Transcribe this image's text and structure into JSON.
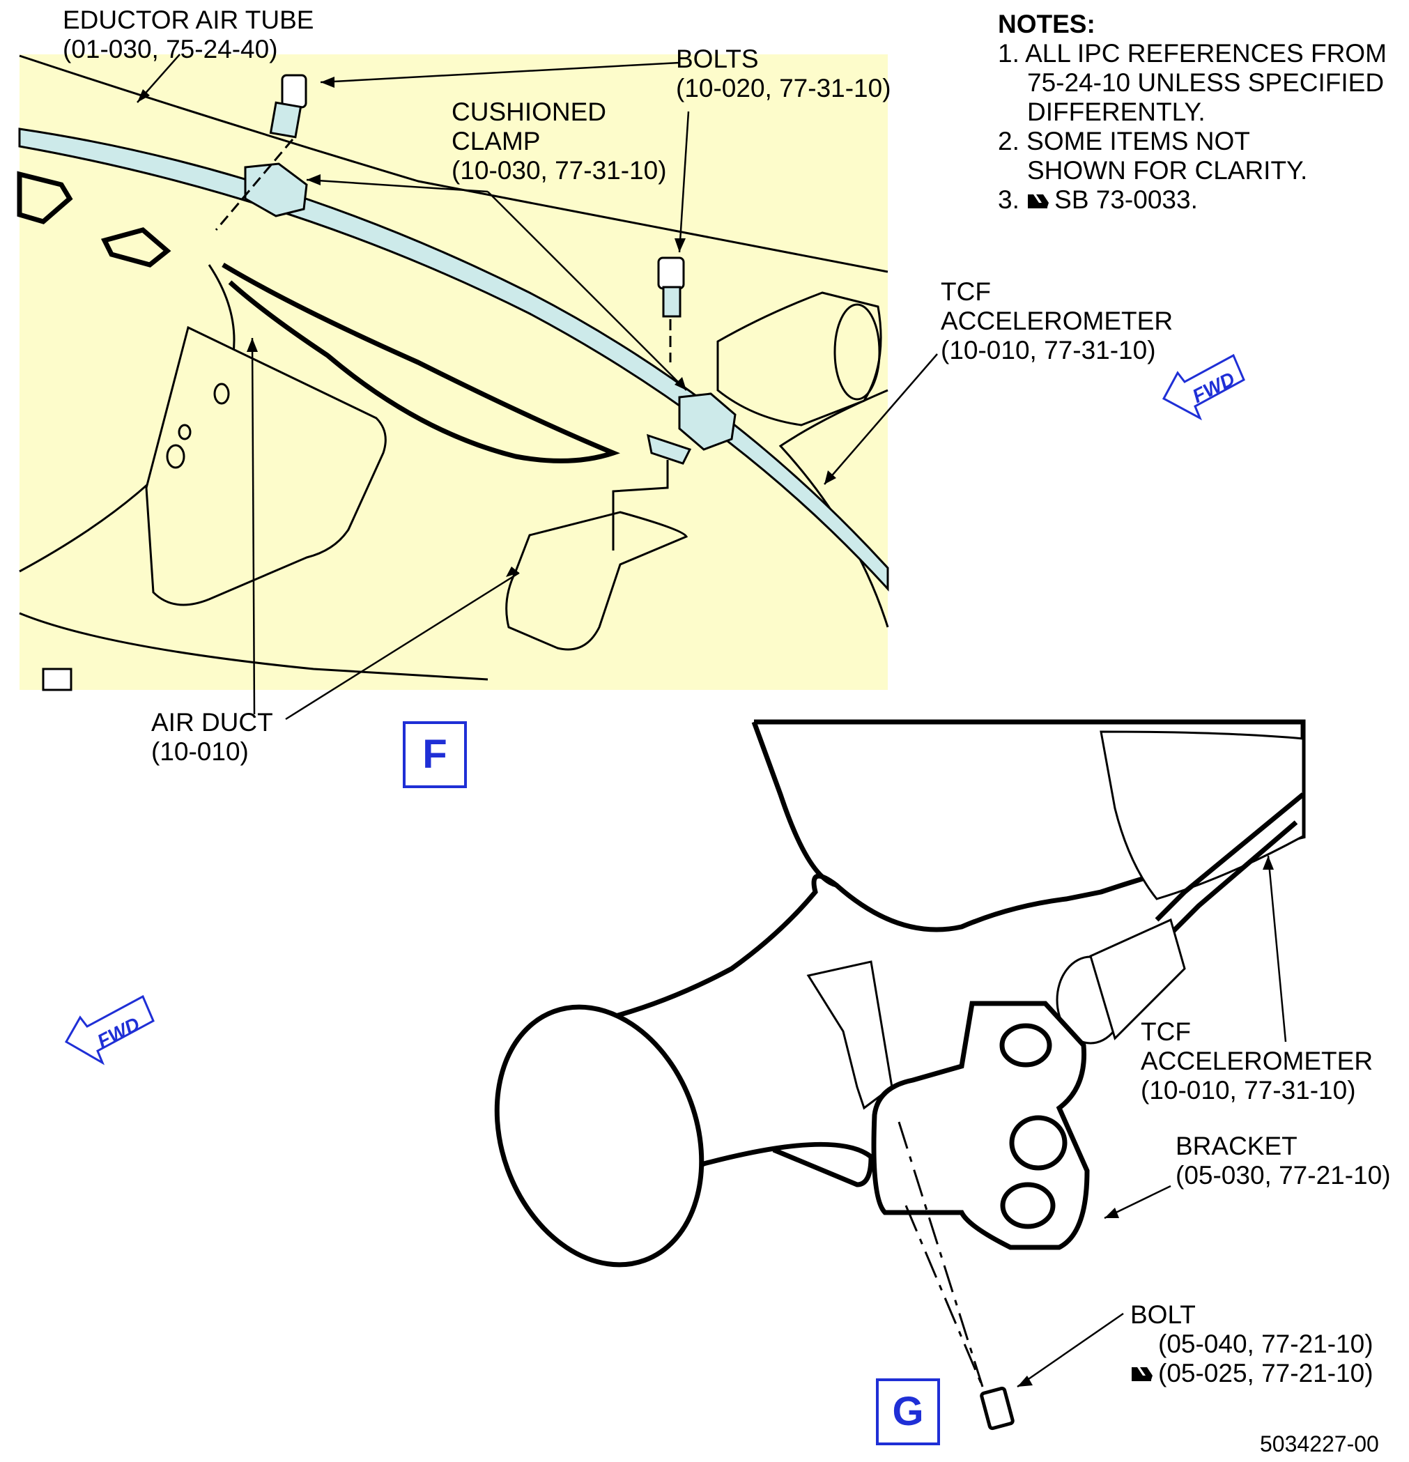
{
  "labels": {
    "eductor_air_tube": [
      "EDUCTOR AIR TUBE",
      "(01-030, 75-24-40)"
    ],
    "bolts_top": [
      "BOLTS",
      "(10-020, 77-31-10)"
    ],
    "cushioned_clamp": [
      "CUSHIONED",
      "CLAMP",
      "(10-030, 77-31-10)"
    ],
    "tcf_accel_top": [
      "TCF",
      "ACCELEROMETER",
      "(10-010, 77-31-10)"
    ],
    "air_duct": [
      "AIR DUCT",
      "(10-010)"
    ],
    "tcf_accel_bottom": [
      "TCF",
      "ACCELEROMETER",
      "(10-010, 77-31-10)"
    ],
    "bracket": [
      "BRACKET",
      "(05-030, 77-21-10)"
    ],
    "bolt_bottom": [
      "BOLT",
      "(05-040, 77-21-10)",
      "(05-025, 77-21-10)"
    ]
  },
  "notes": {
    "heading": "NOTES:",
    "items": [
      {
        "num": "1.",
        "lines": [
          "ALL IPC REFERENCES FROM",
          "75-24-10 UNLESS SPECIFIED",
          "DIFFERENTLY."
        ]
      },
      {
        "num": "2.",
        "lines": [
          "SOME ITEMS NOT",
          "SHOWN FOR CLARITY."
        ]
      },
      {
        "num": "3.",
        "lines": [
          "SB 73-0033."
        ]
      }
    ]
  },
  "view_markers": {
    "f": "F",
    "g": "G"
  },
  "fwd": "FWD",
  "doc_number": "5034227-00",
  "colors": {
    "view_f_fill": "#fdfccb",
    "tube_fill": "#cdeaea",
    "accent_blue": "#1f2fd6",
    "line": "#000000"
  }
}
